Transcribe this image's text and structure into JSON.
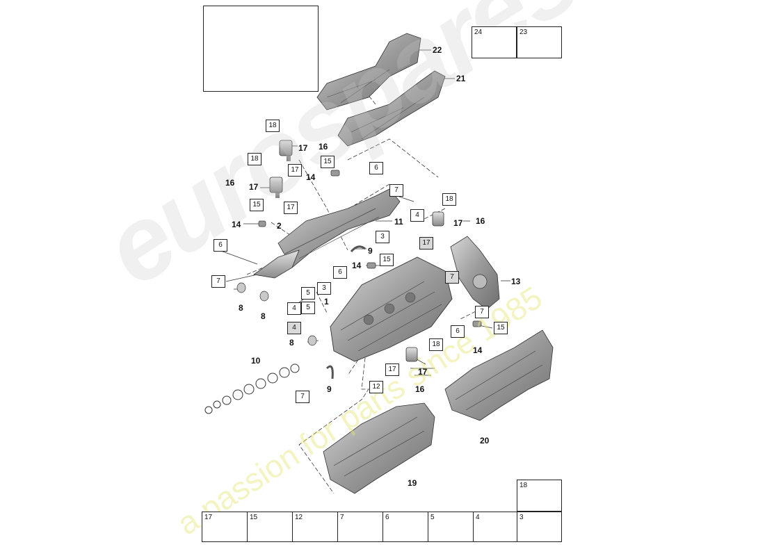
{
  "watermark": {
    "brand": "eurospares",
    "tagline": "a passion for parts since 1985"
  },
  "vehicle_thumbnail": {
    "icon": "suv-icon"
  },
  "consumables": [
    {
      "number": "24",
      "icon": "bottle-icon"
    },
    {
      "number": "23",
      "icon": "tube-icon"
    }
  ],
  "callouts": [
    {
      "id": "22",
      "style": "bold"
    },
    {
      "id": "21",
      "style": "bold"
    },
    {
      "id": "18",
      "style": "box"
    },
    {
      "id": "17",
      "style": "bold"
    },
    {
      "id": "16",
      "style": "bold"
    },
    {
      "id": "17",
      "style": "box"
    },
    {
      "id": "15",
      "style": "box"
    },
    {
      "id": "14",
      "style": "bold"
    },
    {
      "id": "6",
      "style": "box"
    },
    {
      "id": "18",
      "style": "box"
    },
    {
      "id": "16",
      "style": "bold"
    },
    {
      "id": "17",
      "style": "bold"
    },
    {
      "id": "17",
      "style": "box"
    },
    {
      "id": "7",
      "style": "box"
    },
    {
      "id": "15",
      "style": "box"
    },
    {
      "id": "4",
      "style": "box"
    },
    {
      "id": "18",
      "style": "box"
    },
    {
      "id": "17",
      "style": "bold"
    },
    {
      "id": "16",
      "style": "bold"
    },
    {
      "id": "14",
      "style": "bold"
    },
    {
      "id": "2",
      "style": "bold"
    },
    {
      "id": "11",
      "style": "bold"
    },
    {
      "id": "3",
      "style": "box"
    },
    {
      "id": "17",
      "style": "box"
    },
    {
      "id": "6",
      "style": "box"
    },
    {
      "id": "9",
      "style": "bold"
    },
    {
      "id": "15",
      "style": "box"
    },
    {
      "id": "14",
      "style": "bold"
    },
    {
      "id": "13",
      "style": "bold"
    },
    {
      "id": "6",
      "style": "box"
    },
    {
      "id": "7",
      "style": "box"
    },
    {
      "id": "7",
      "style": "box"
    },
    {
      "id": "8",
      "style": "bold"
    },
    {
      "id": "8",
      "style": "bold"
    },
    {
      "id": "5",
      "style": "box"
    },
    {
      "id": "3",
      "style": "box"
    },
    {
      "id": "1",
      "style": "bold"
    },
    {
      "id": "4",
      "style": "box"
    },
    {
      "id": "5",
      "style": "box"
    },
    {
      "id": "7",
      "style": "box"
    },
    {
      "id": "15",
      "style": "box"
    },
    {
      "id": "6",
      "style": "box"
    },
    {
      "id": "14",
      "style": "bold"
    },
    {
      "id": "4",
      "style": "box-shaded"
    },
    {
      "id": "8",
      "style": "bold"
    },
    {
      "id": "18",
      "style": "box"
    },
    {
      "id": "10",
      "style": "bold"
    },
    {
      "id": "17",
      "style": "box"
    },
    {
      "id": "17",
      "style": "bold"
    },
    {
      "id": "16",
      "style": "bold"
    },
    {
      "id": "12",
      "style": "box"
    },
    {
      "id": "9",
      "style": "bold"
    },
    {
      "id": "7",
      "style": "box"
    },
    {
      "id": "20",
      "style": "bold"
    },
    {
      "id": "19",
      "style": "bold"
    }
  ],
  "legend_top": [
    {
      "number": "18",
      "icon": "bolt-icon"
    }
  ],
  "legend_bottom": [
    {
      "number": "17",
      "icon": "o-ring-icon"
    },
    {
      "number": "15",
      "icon": "bolt-icon"
    },
    {
      "number": "12",
      "icon": "plug-icon"
    },
    {
      "number": "7",
      "icon": "spring-icon"
    },
    {
      "number": "6",
      "icon": "long-bolt-icon"
    },
    {
      "number": "5",
      "icon": "bracket-icon"
    },
    {
      "number": "4",
      "icon": "long-bolt-icon"
    },
    {
      "number": "3",
      "icon": "sleeve-icon"
    }
  ]
}
